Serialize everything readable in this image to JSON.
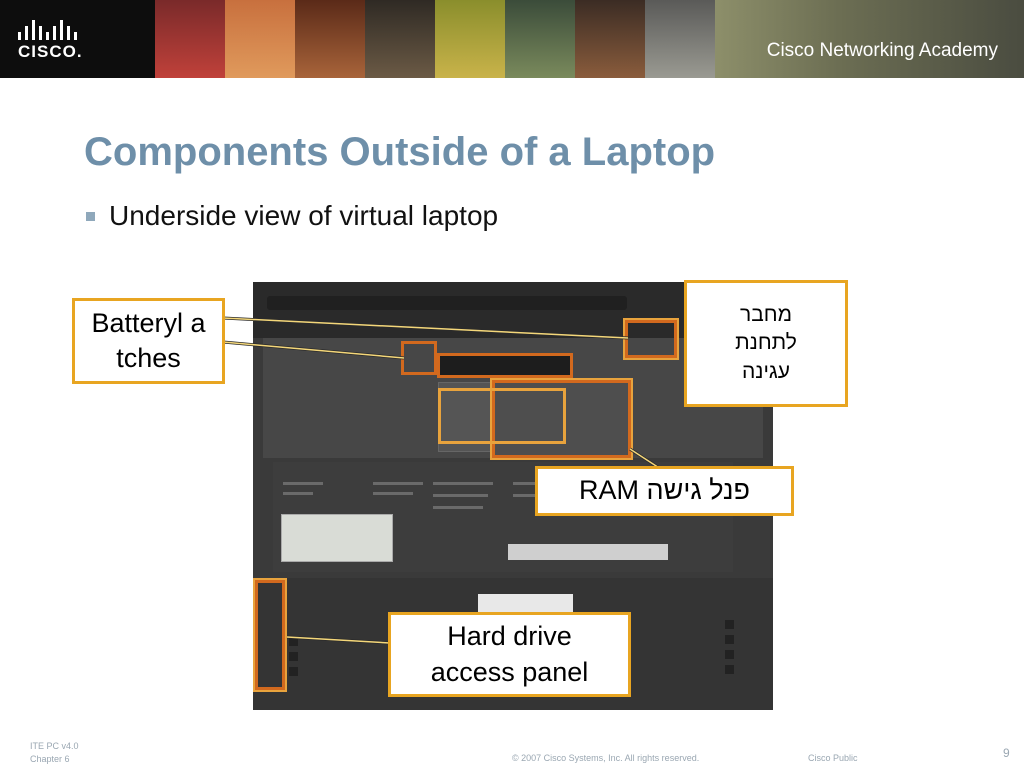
{
  "header": {
    "logo": "CISCO.",
    "academy": "Cisco Networking Academy",
    "brand_color": "#6e8fa9",
    "accent_color": "#e8a521"
  },
  "slide": {
    "title": "Components Outside of a Laptop",
    "bullet": "Underside view of virtual laptop"
  },
  "callouts": {
    "battery": "Batteryl atches",
    "docking": "מחבר לתחנת עגינה",
    "ram": "פנל גישה RAM",
    "hard_drive": "Hard drive access panel"
  },
  "footer": {
    "course_line1": "ITE PC v4.0",
    "course_line2": "Chapter 6",
    "copyright": "© 2007 Cisco Systems, Inc. All rights reserved.",
    "classification": "Cisco Public",
    "page_number": "9"
  }
}
